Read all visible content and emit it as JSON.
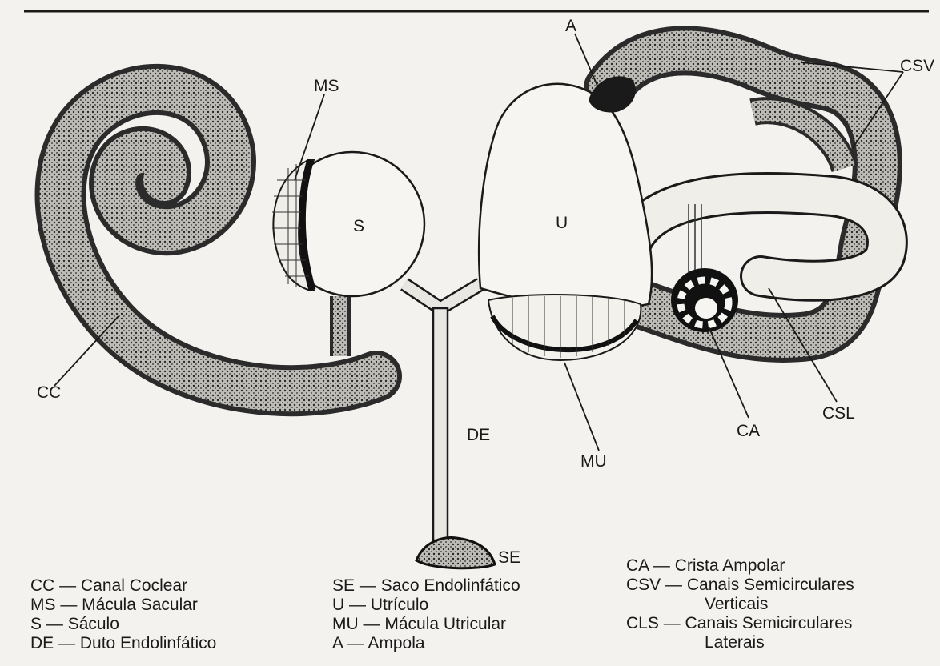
{
  "labels": {
    "ms": "MS",
    "a": "A",
    "csv": "CSV",
    "s": "S",
    "u": "U",
    "cc": "CC",
    "de": "DE",
    "mu": "MU",
    "ca": "CA",
    "csl": "CSL",
    "se": "SE"
  },
  "legend": {
    "col1": [
      {
        "code": "CC",
        "text": "Canal Coclear"
      },
      {
        "code": "MS",
        "text": "Mácula Sacular"
      },
      {
        "code": "S",
        "text": "Sáculo"
      },
      {
        "code": "DE",
        "text": "Duto Endolinfático"
      }
    ],
    "col2": [
      {
        "code": "SE",
        "text": "Saco Endolinfático"
      },
      {
        "code": "U",
        "text": "Utrículo"
      },
      {
        "code": "MU",
        "text": "Mácula Utricular"
      },
      {
        "code": "A",
        "text": "Ampola"
      }
    ],
    "col3": [
      {
        "code": "CA",
        "text": "Crista Ampolar",
        "cont": ""
      },
      {
        "code": "CSV",
        "text": "Canais Semicirculares",
        "cont": "Verticais"
      },
      {
        "code": "CLS",
        "text": "Canais Semicirculares",
        "cont": "Laterais"
      }
    ],
    "separator": " — "
  },
  "colors": {
    "paper": "#f3f2ee",
    "ink": "#1a1a1a",
    "shade": "#7a7a7a"
  }
}
